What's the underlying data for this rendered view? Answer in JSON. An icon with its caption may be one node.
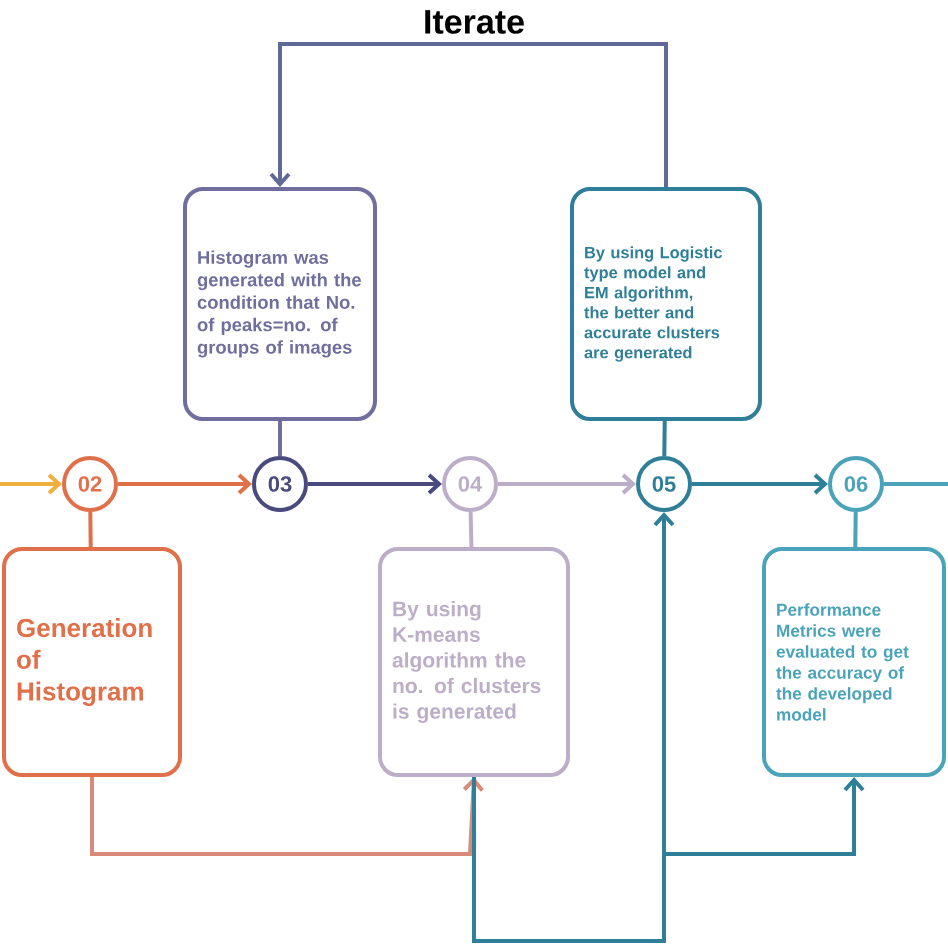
{
  "diagram": {
    "title": "Iterate",
    "nodes": [
      {
        "text": [
          "02"
        ]
      },
      {
        "text": [
          "Generation of Histogram"
        ]
      },
      {
        "text": [
          "03"
        ]
      },
      {
        "text": [
          "Histogram was generated with the condition that No. of peaks=no. of groups of images"
        ]
      },
      {
        "text": [
          "04"
        ]
      },
      {
        "text": [
          "By using K-means algorithm the no. of clusters is generated"
        ]
      },
      {
        "text": [
          "05"
        ]
      },
      {
        "text": [
          "By using Logistic type model and EM algorithm, the better and accurate clusters are generated"
        ]
      },
      {
        "text": [
          "06"
        ]
      },
      {
        "text": [
          "Performance Metrics were evaluated to get the accuracy of the developed model"
        ]
      }
    ],
    "edges": [
      {
        "from": null,
        "to": 0,
        "arrow": "to",
        "color": "#f0b040"
      },
      {
        "from": 0,
        "to": 2,
        "arrow": "to",
        "color": "#e0704a"
      },
      {
        "from": 2,
        "to": 4,
        "arrow": "to",
        "color": "#4b4a7e"
      },
      {
        "from": 4,
        "to": 6,
        "arrow": "to",
        "color": "#bcaec8"
      },
      {
        "from": 6,
        "to": 8,
        "arrow": "to",
        "color": "#2f7f98"
      },
      {
        "from": 8,
        "to": null,
        "arrow": "none",
        "color": "#4aa3b8"
      },
      {
        "from": 0,
        "to": 1,
        "arrow": "none",
        "color": "#e0704a"
      },
      {
        "from": 2,
        "to": 3,
        "arrow": "none",
        "color": "#6f6e9e"
      },
      {
        "from": 4,
        "to": 5,
        "arrow": "none",
        "color": "#bcaec8"
      },
      {
        "from": 6,
        "to": 7,
        "arrow": "none",
        "color": "#2f7f98"
      },
      {
        "from": 8,
        "to": 9,
        "arrow": "none",
        "color": "#4aa3b8"
      },
      {
        "from": 7,
        "to": 3,
        "arrow": "to",
        "color": "#5f6a96"
      },
      {
        "from": 1,
        "to": 5,
        "arrow": "to",
        "color": "#d98a78"
      },
      {
        "from": 5,
        "to": 6,
        "arrow": "to",
        "color": "#2f7f98"
      },
      {
        "from": 5,
        "to": 9,
        "arrow": "to",
        "color": "#2f7f98"
      }
    ]
  }
}
